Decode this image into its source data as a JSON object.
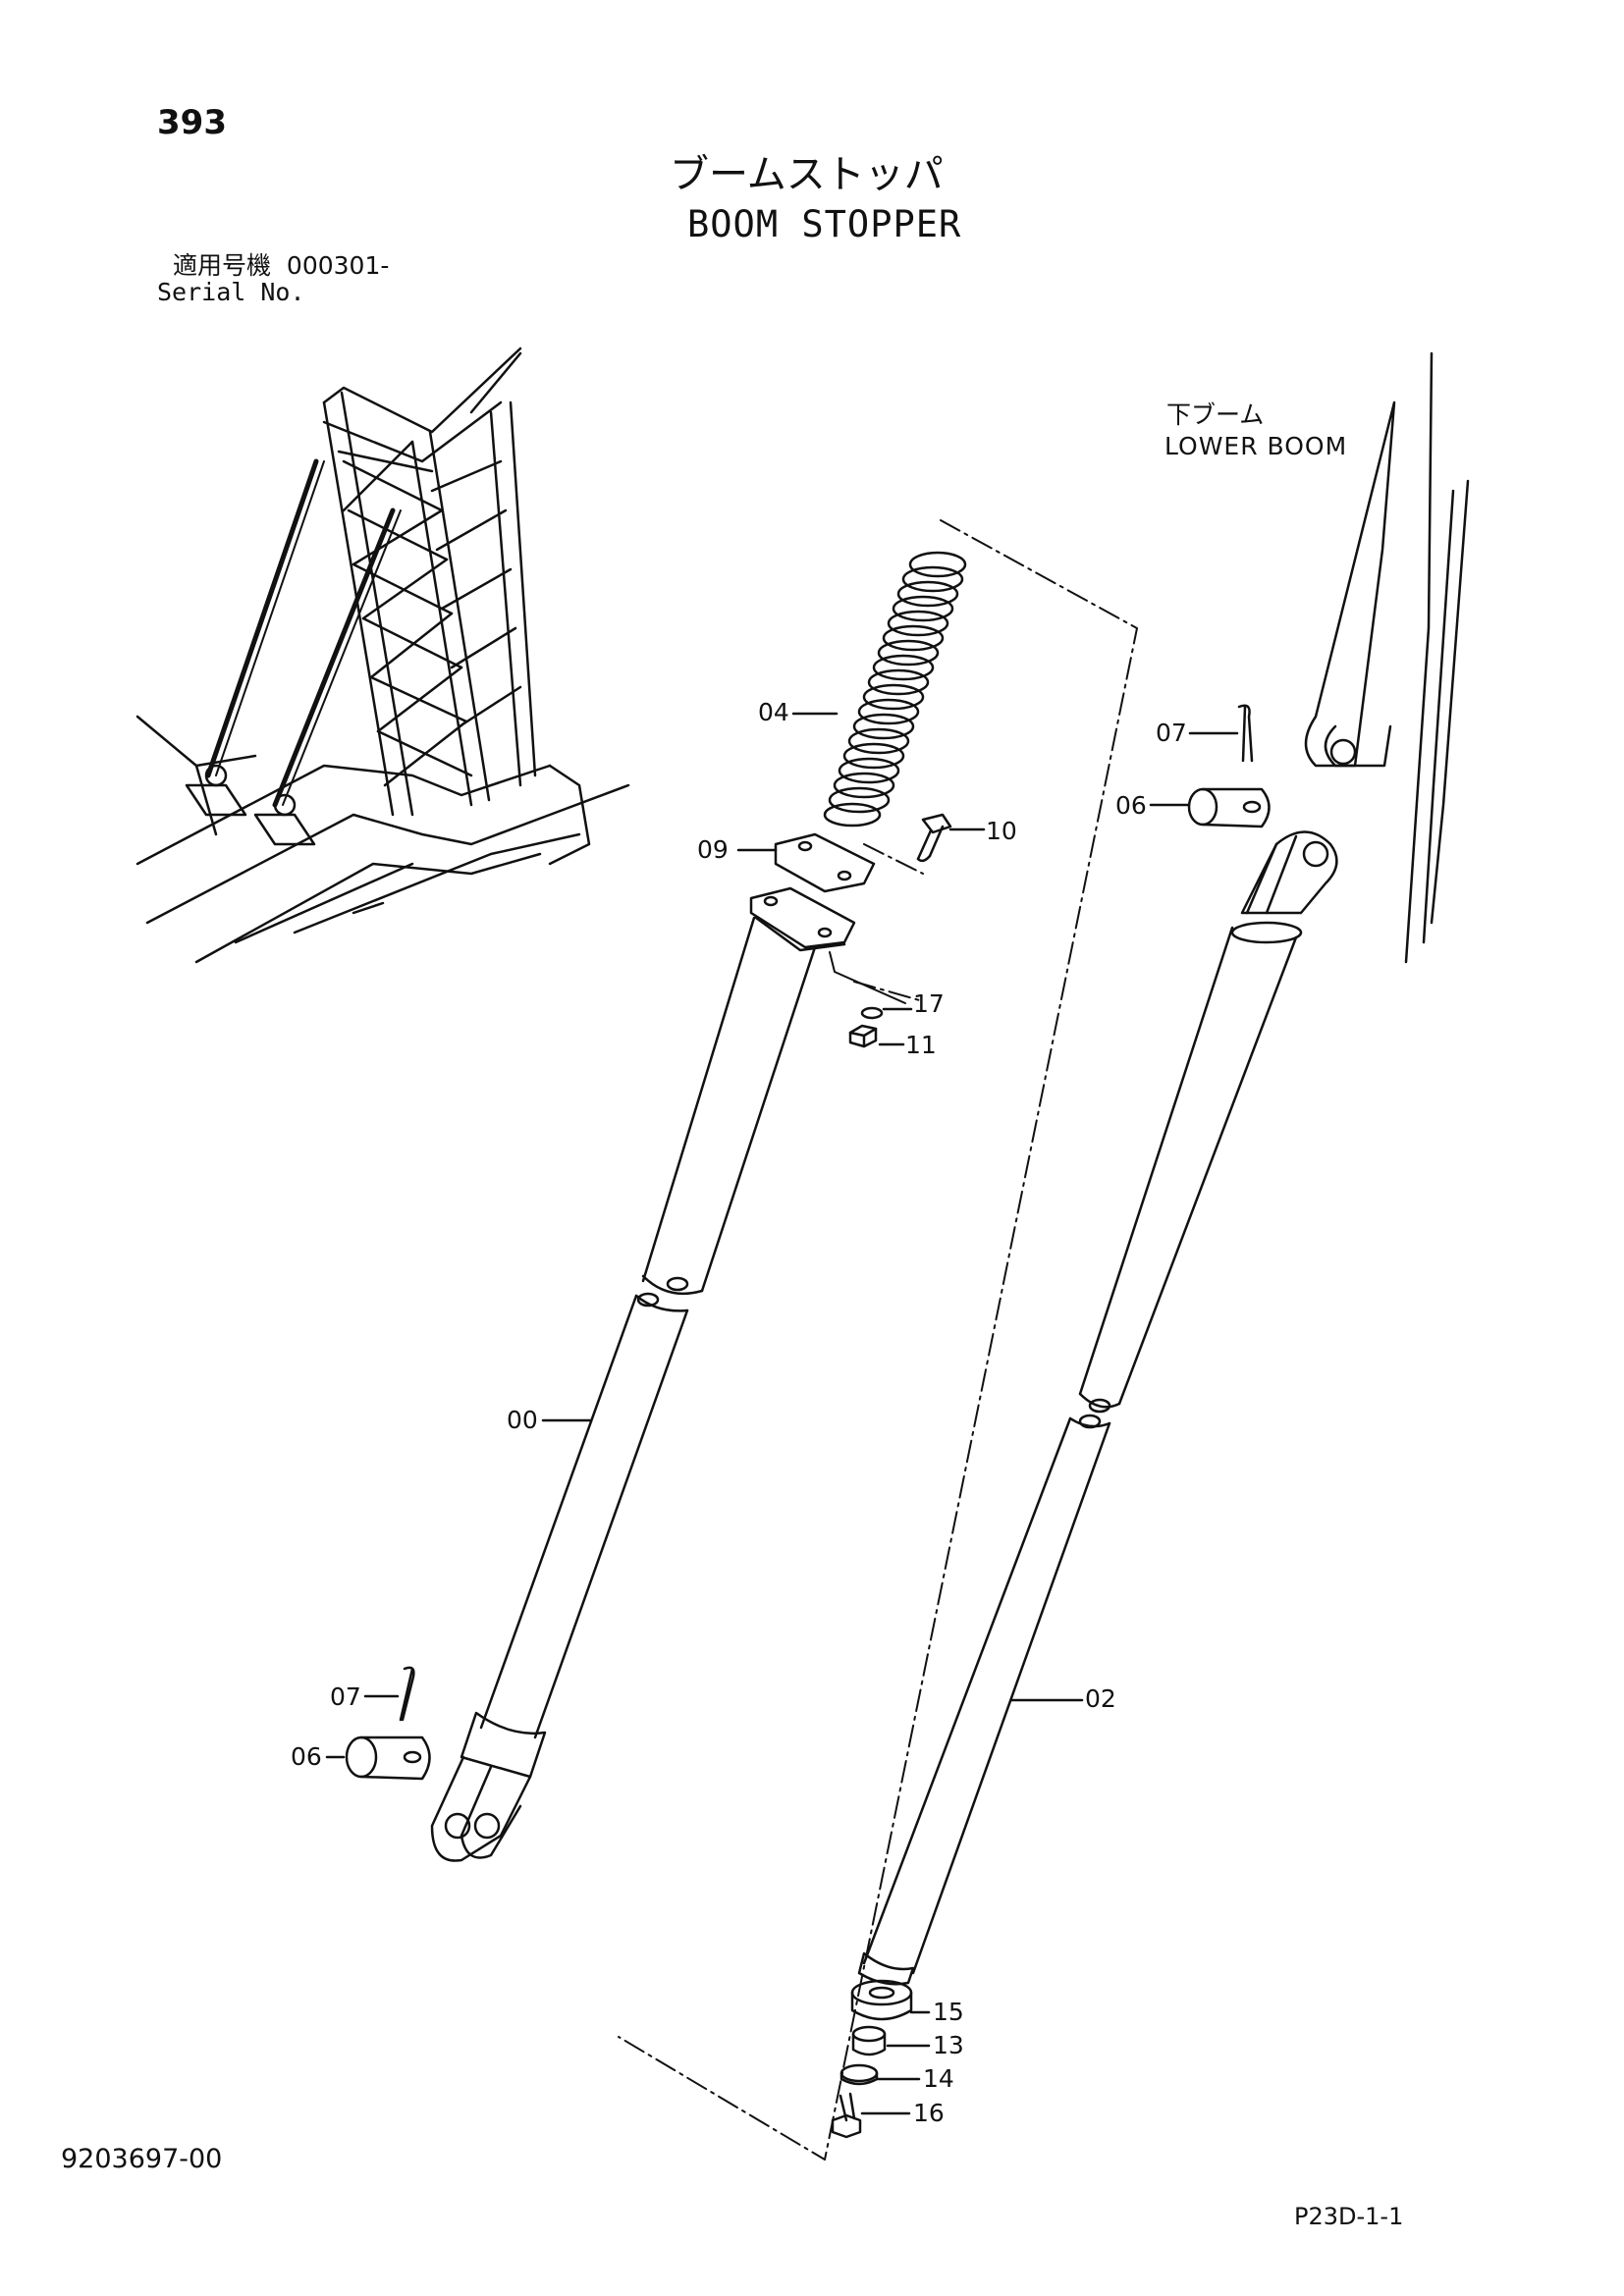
{
  "header": {
    "page_number": "393",
    "title_jp": "ブームストッパ",
    "title_en": "BOOM STOPPER",
    "serial_label_jp": "適用号機",
    "serial_value": "000301-",
    "serial_label_en": "Serial No."
  },
  "annotations": {
    "lower_boom_jp": "下ブーム",
    "lower_boom_en": "LOWER BOOM"
  },
  "callouts": {
    "c04": "04",
    "c09": "09",
    "c10": "10",
    "c17": "17",
    "c11": "11",
    "c00": "00",
    "c07_left": "07",
    "c06_left": "06",
    "c07_right": "07",
    "c06_right": "06",
    "c02": "02",
    "c15": "15",
    "c13": "13",
    "c14": "14",
    "c16": "16"
  },
  "footer": {
    "doc_number": "9203697-00",
    "page_code": "P23D-1-1"
  }
}
